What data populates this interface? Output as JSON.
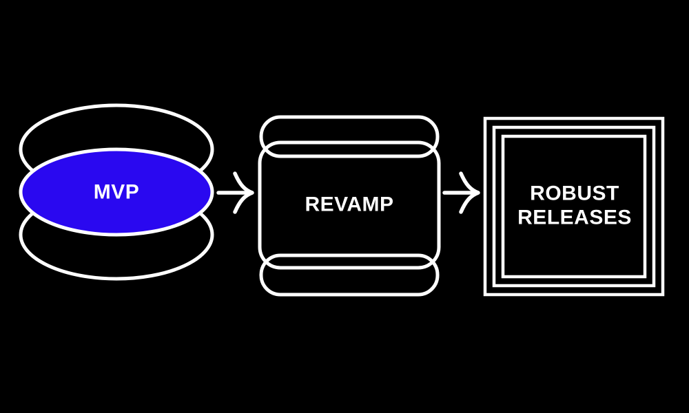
{
  "diagram": {
    "title": "product-evolution-flow",
    "colors": {
      "background": "#000000",
      "stroke": "#ffffff",
      "accent": "#2a08f0",
      "label_text": "#ffffff"
    },
    "nodes": [
      {
        "id": "mvp",
        "label": "MVP",
        "shape": "ellipse-stack",
        "fill": "#2a08f0"
      },
      {
        "id": "revamp",
        "label": "REVAMP",
        "shape": "rounded-rect-stack",
        "fill": "none"
      },
      {
        "id": "robust-releases",
        "label": "ROBUST RELEASES",
        "label_line1": "ROBUST",
        "label_line2": "RELEASES",
        "shape": "nested-squares",
        "fill": "none"
      }
    ],
    "connections": [
      {
        "from": "mvp",
        "to": "revamp",
        "style": "curved-open-arrow"
      },
      {
        "from": "revamp",
        "to": "robust-releases",
        "style": "curved-open-arrow"
      }
    ]
  }
}
